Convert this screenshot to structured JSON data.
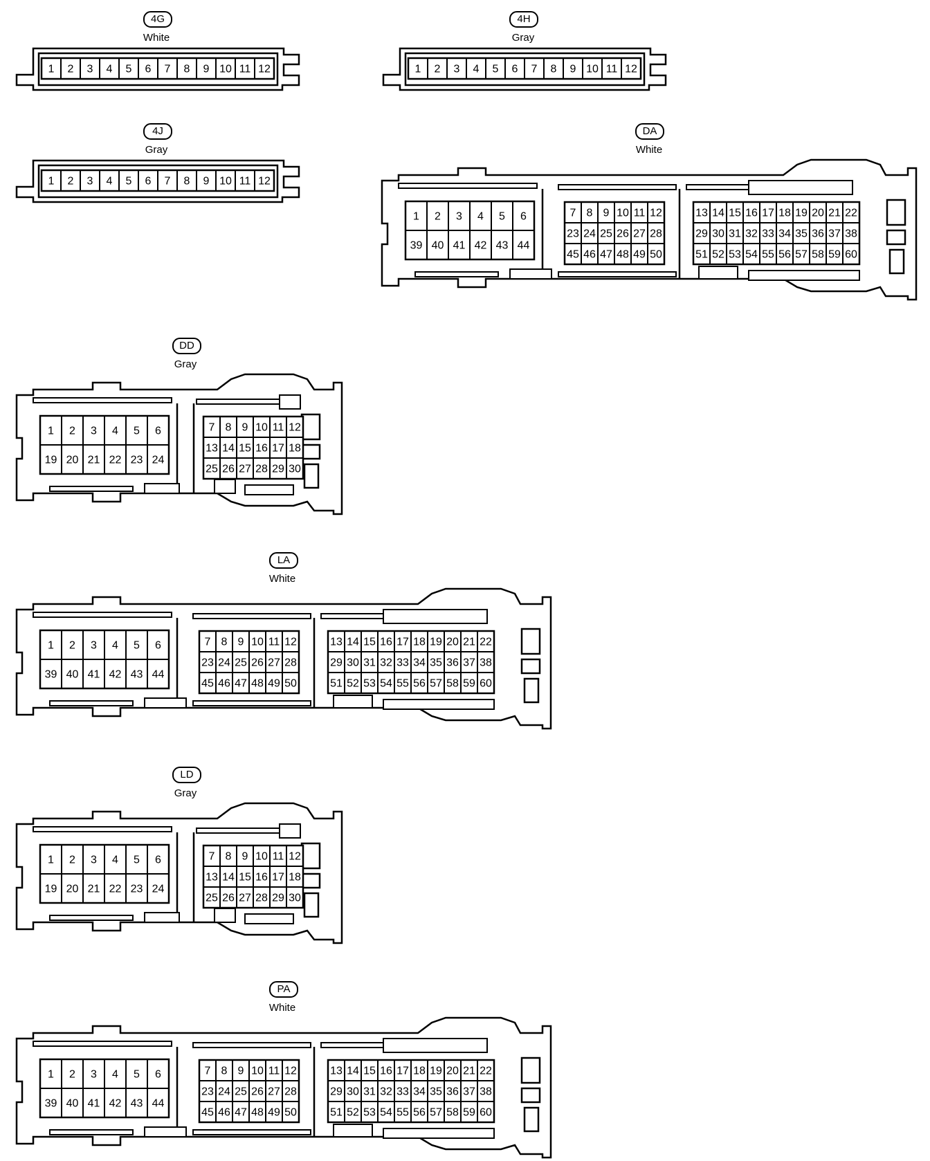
{
  "connectors": [
    {
      "id": "4G",
      "color": "White",
      "type": "strip",
      "pins": [
        "1",
        "2",
        "3",
        "4",
        "5",
        "6",
        "7",
        "8",
        "9",
        "10",
        "11",
        "12"
      ]
    },
    {
      "id": "4H",
      "color": "Gray",
      "type": "strip",
      "pins": [
        "1",
        "2",
        "3",
        "4",
        "5",
        "6",
        "7",
        "8",
        "9",
        "10",
        "11",
        "12"
      ]
    },
    {
      "id": "4J",
      "color": "Gray",
      "type": "strip",
      "pins": [
        "1",
        "2",
        "3",
        "4",
        "5",
        "6",
        "7",
        "8",
        "9",
        "10",
        "11",
        "12"
      ]
    },
    {
      "id": "DA",
      "color": "White",
      "type": "large",
      "blocks": [
        [
          [
            "1",
            "2",
            "3",
            "4",
            "5",
            "6"
          ],
          [
            "39",
            "40",
            "41",
            "42",
            "43",
            "44"
          ]
        ],
        [
          [
            "7",
            "8",
            "9",
            "10",
            "11",
            "12"
          ],
          [
            "23",
            "24",
            "25",
            "26",
            "27",
            "28"
          ],
          [
            "45",
            "46",
            "47",
            "48",
            "49",
            "50"
          ]
        ],
        [
          [
            "13",
            "14",
            "15",
            "16",
            "17",
            "18",
            "19",
            "20",
            "21",
            "22"
          ],
          [
            "29",
            "30",
            "31",
            "32",
            "33",
            "34",
            "35",
            "36",
            "37",
            "38"
          ],
          [
            "51",
            "52",
            "53",
            "54",
            "55",
            "56",
            "57",
            "58",
            "59",
            "60"
          ]
        ]
      ]
    },
    {
      "id": "DD",
      "color": "Gray",
      "type": "medium",
      "blocks": [
        [
          [
            "1",
            "2",
            "3",
            "4",
            "5",
            "6"
          ],
          [
            "19",
            "20",
            "21",
            "22",
            "23",
            "24"
          ]
        ],
        [
          [
            "7",
            "8",
            "9",
            "10",
            "11",
            "12"
          ],
          [
            "13",
            "14",
            "15",
            "16",
            "17",
            "18"
          ],
          [
            "25",
            "26",
            "27",
            "28",
            "29",
            "30"
          ]
        ]
      ]
    },
    {
      "id": "LA",
      "color": "White",
      "type": "large",
      "blocks": [
        [
          [
            "1",
            "2",
            "3",
            "4",
            "5",
            "6"
          ],
          [
            "39",
            "40",
            "41",
            "42",
            "43",
            "44"
          ]
        ],
        [
          [
            "7",
            "8",
            "9",
            "10",
            "11",
            "12"
          ],
          [
            "23",
            "24",
            "25",
            "26",
            "27",
            "28"
          ],
          [
            "45",
            "46",
            "47",
            "48",
            "49",
            "50"
          ]
        ],
        [
          [
            "13",
            "14",
            "15",
            "16",
            "17",
            "18",
            "19",
            "20",
            "21",
            "22"
          ],
          [
            "29",
            "30",
            "31",
            "32",
            "33",
            "34",
            "35",
            "36",
            "37",
            "38"
          ],
          [
            "51",
            "52",
            "53",
            "54",
            "55",
            "56",
            "57",
            "58",
            "59",
            "60"
          ]
        ]
      ]
    },
    {
      "id": "LD",
      "color": "Gray",
      "type": "medium",
      "blocks": [
        [
          [
            "1",
            "2",
            "3",
            "4",
            "5",
            "6"
          ],
          [
            "19",
            "20",
            "21",
            "22",
            "23",
            "24"
          ]
        ],
        [
          [
            "7",
            "8",
            "9",
            "10",
            "11",
            "12"
          ],
          [
            "13",
            "14",
            "15",
            "16",
            "17",
            "18"
          ],
          [
            "25",
            "26",
            "27",
            "28",
            "29",
            "30"
          ]
        ]
      ]
    },
    {
      "id": "PA",
      "color": "White",
      "type": "large",
      "blocks": [
        [
          [
            "1",
            "2",
            "3",
            "4",
            "5",
            "6"
          ],
          [
            "39",
            "40",
            "41",
            "42",
            "43",
            "44"
          ]
        ],
        [
          [
            "7",
            "8",
            "9",
            "10",
            "11",
            "12"
          ],
          [
            "23",
            "24",
            "25",
            "26",
            "27",
            "28"
          ],
          [
            "45",
            "46",
            "47",
            "48",
            "49",
            "50"
          ]
        ],
        [
          [
            "13",
            "14",
            "15",
            "16",
            "17",
            "18",
            "19",
            "20",
            "21",
            "22"
          ],
          [
            "29",
            "30",
            "31",
            "32",
            "33",
            "34",
            "35",
            "36",
            "37",
            "38"
          ],
          [
            "51",
            "52",
            "53",
            "54",
            "55",
            "56",
            "57",
            "58",
            "59",
            "60"
          ]
        ]
      ]
    }
  ]
}
